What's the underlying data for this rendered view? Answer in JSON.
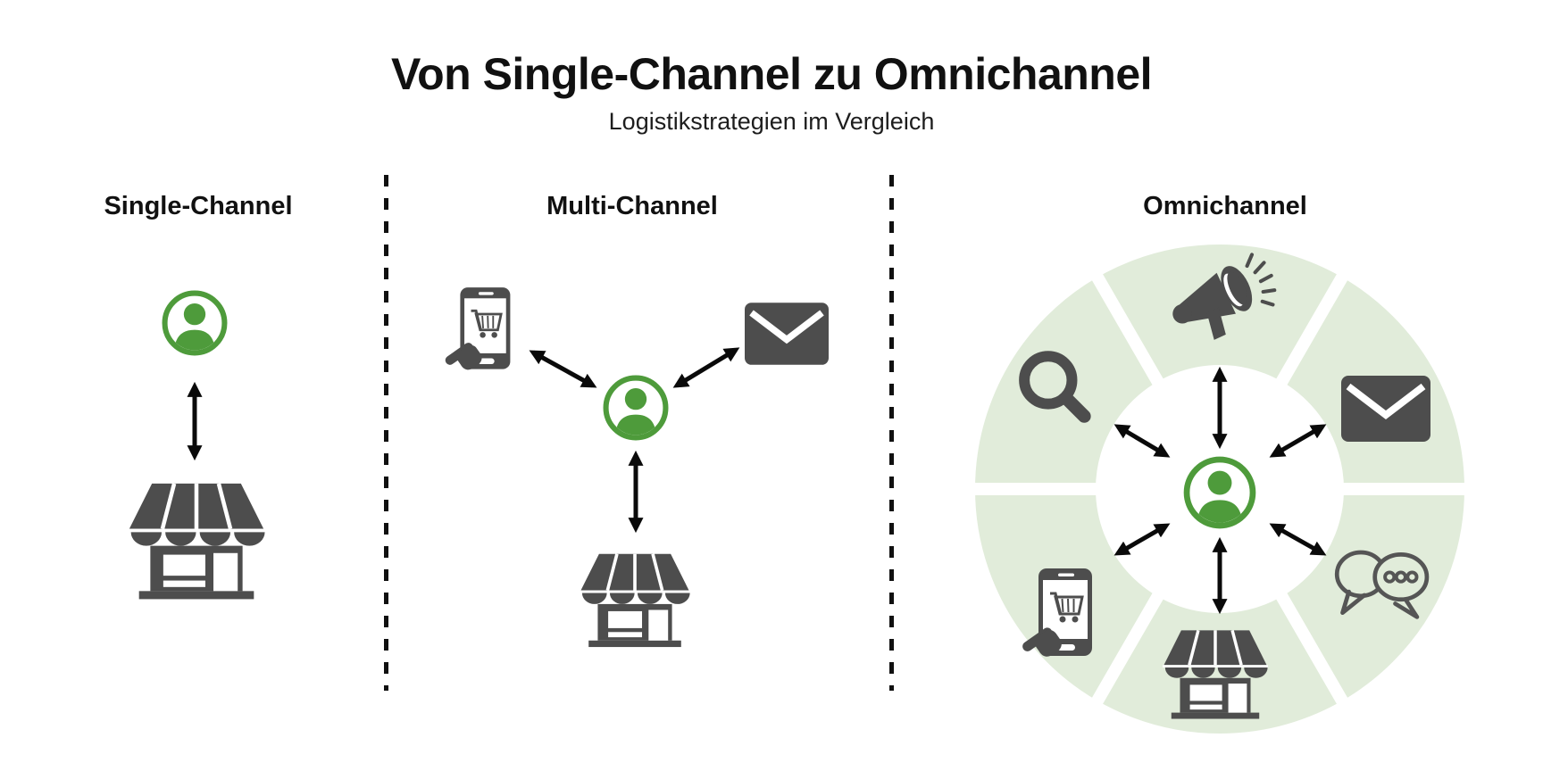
{
  "title": "Von Single-Channel zu Omnichannel",
  "subtitle": "Logistikstrategien im Vergleich",
  "columns": [
    {
      "label": "Single-Channel",
      "center_icon": "customer",
      "channels": [
        "store"
      ]
    },
    {
      "label": "Multi-Channel",
      "center_icon": "customer",
      "channels": [
        "mobile-shopping",
        "email",
        "store"
      ]
    },
    {
      "label": "Omnichannel",
      "center_icon": "customer",
      "channels": [
        "megaphone",
        "email",
        "chat",
        "store",
        "mobile-shopping",
        "search"
      ]
    }
  ],
  "icons": {
    "customer": "person in green ring",
    "store": "shop front with awning",
    "email": "envelope",
    "mobile-shopping": "smartphone with shopping cart and tapping hand",
    "megaphone": "announcement megaphone with sound rays",
    "search": "magnifying glass",
    "chat": "two speech bubbles with dots",
    "connection": "double-headed arrow"
  },
  "colors": {
    "accent_green": "#4e9b3b",
    "segment_green": "#e1ecda",
    "icon_gray": "#4d4d4d",
    "arrow_black": "#0a0a0a",
    "text": "#111111",
    "background": "#ffffff"
  }
}
